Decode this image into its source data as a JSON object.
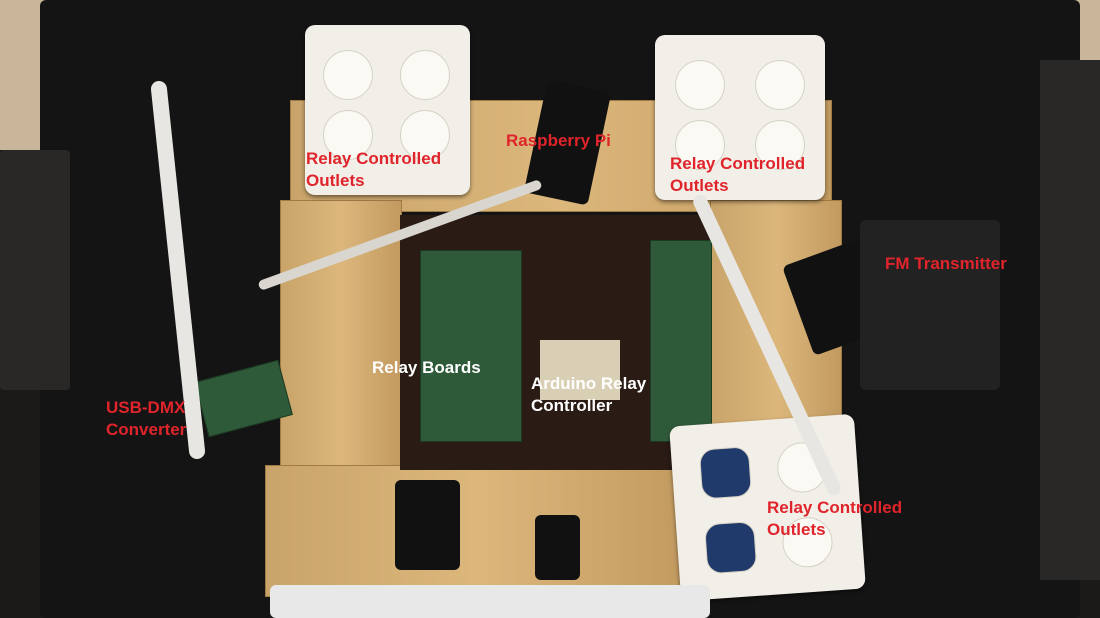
{
  "image": {
    "description": "Top-down photo of a black plastic bin containing a holiday light controller: wood frame, relay boards, Arduino, Raspberry Pi, outlets, and FM transmitter, annotated with text labels",
    "label_colors": {
      "red": "#e0242b",
      "white": "#ffffff"
    }
  },
  "labels": [
    {
      "id": "outlets-top-left",
      "text": "Relay Controlled\nOutlets",
      "color": "red"
    },
    {
      "id": "raspberry-pi",
      "text": "Raspberry Pi",
      "color": "red"
    },
    {
      "id": "outlets-top-right",
      "text": "Relay Controlled\nOutlets",
      "color": "red"
    },
    {
      "id": "fm-transmitter",
      "text": "FM Transmitter",
      "color": "red"
    },
    {
      "id": "usb-dmx",
      "text": "USB-DMX\nConverter",
      "color": "red"
    },
    {
      "id": "relay-boards",
      "text": "Relay Boards",
      "color": "white"
    },
    {
      "id": "arduino",
      "text": "Arduino Relay\nController",
      "color": "white"
    },
    {
      "id": "outlets-bottom-right",
      "text": "Relay Controlled\nOutlets",
      "color": "red"
    }
  ]
}
